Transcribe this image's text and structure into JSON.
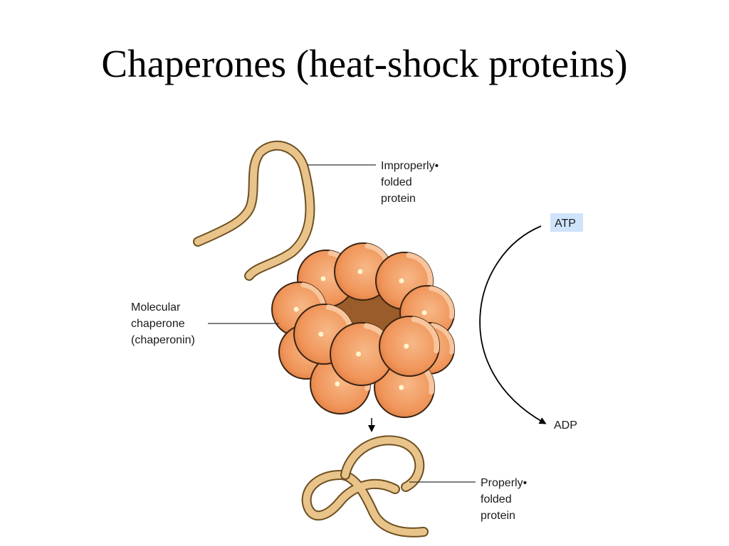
{
  "title": "Chaperones (heat-shock proteins)",
  "labels": {
    "improperly_folded": [
      "Improperly•",
      "folded",
      "protein"
    ],
    "molecular_chaperone": [
      "Molecular",
      "chaperone",
      "(chaperonin)"
    ],
    "properly_folded": [
      "Properly•",
      "folded",
      "protein"
    ],
    "atp": "ATP",
    "adp": "ADP"
  },
  "colors": {
    "protein_fill": "#e9c48a",
    "protein_outline": "#7a5a2a",
    "sphere_fill": "#f2a26b",
    "sphere_highlight": "#f8c59c",
    "sphere_outline": "#3a2414",
    "core_fill": "#9a5c2a",
    "atp_box": "#cfe3fb"
  }
}
